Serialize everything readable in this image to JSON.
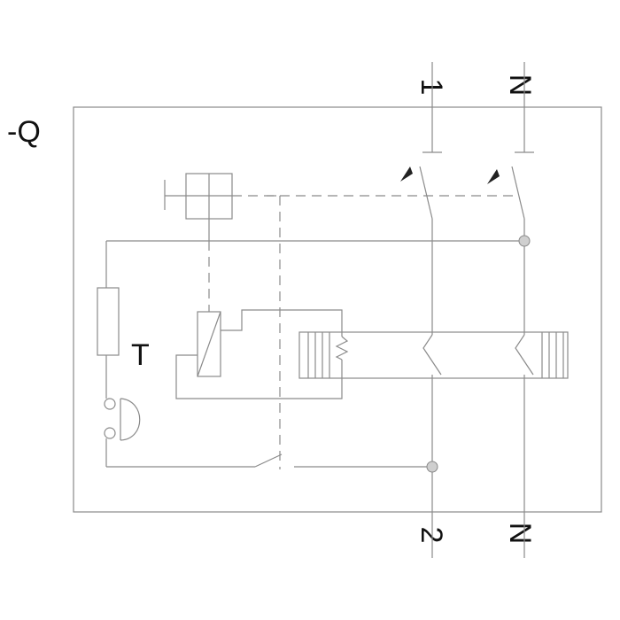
{
  "device_label": "-Q",
  "test_button_label": "T",
  "terminals": {
    "top_phase": "1",
    "top_neutral": "N",
    "bottom_phase": "2",
    "bottom_neutral": "N"
  },
  "colors": {
    "line": "#8a8a8a",
    "text": "#111111",
    "junction": "#c8c8c8",
    "background": "#ffffff"
  }
}
